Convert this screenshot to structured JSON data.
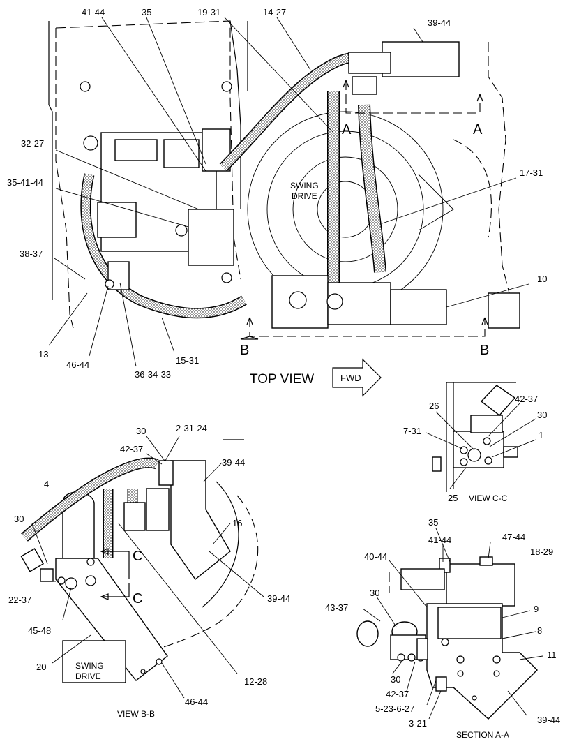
{
  "title": "TOP VIEW",
  "arrow_label": "FWD",
  "section_markers": {
    "a_left": "A",
    "a_right": "A",
    "b_left": "B",
    "b_right": "B",
    "c_top": "C",
    "c_bottom": "C"
  },
  "block_labels": {
    "swing_drive_top": [
      "SWING",
      "DRIVE"
    ],
    "swing_drive_bottom": [
      "SWING",
      "DRIVE"
    ]
  },
  "view_captions": {
    "view_cc": "VIEW C-C",
    "view_bb": "VIEW B-B",
    "section_aa": "SECTION A-A"
  },
  "callouts": {
    "top_view": [
      "41-44",
      "35",
      "19-31",
      "14-27",
      "39-44",
      "32-27",
      "17-31",
      "35-41-44",
      "38-37",
      "10",
      "13",
      "46-44",
      "36-34-33",
      "15-31"
    ],
    "view_cc": [
      "26",
      "42-37",
      "30",
      "7-31",
      "1",
      "25"
    ],
    "view_bb": [
      "30",
      "2-31-24",
      "42-37",
      "39-44",
      "4",
      "16",
      "30",
      "22-37",
      "45-48",
      "20",
      "39-44",
      "12-28",
      "46-44"
    ],
    "section_aa": [
      "35",
      "47-44",
      "41-44",
      "18-29",
      "40-44",
      "30",
      "9",
      "43-37",
      "8",
      "11",
      "30",
      "42-37",
      "5-23-6-27",
      "3-21",
      "39-44"
    ]
  },
  "colors": {
    "line": "#000000",
    "background": "#ffffff",
    "hose_fill": "#d9d9d9"
  }
}
